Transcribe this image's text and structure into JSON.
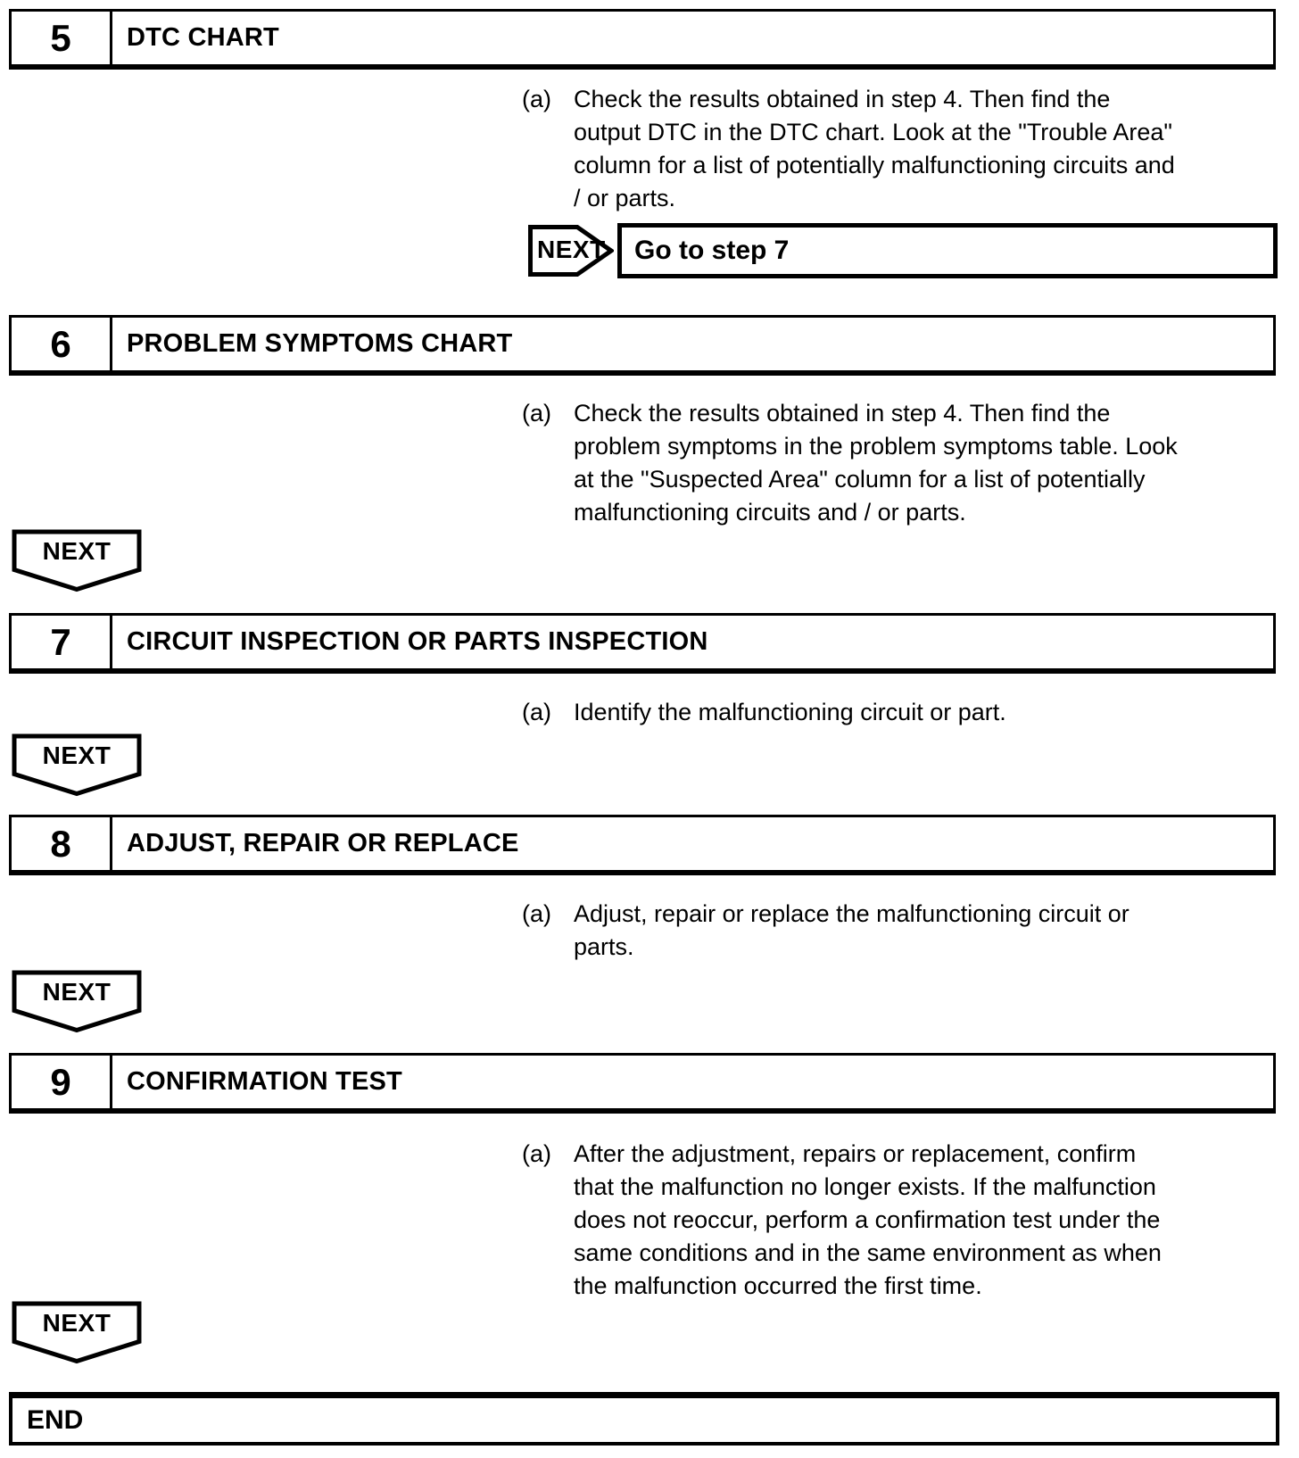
{
  "document": {
    "next_label": "NEXT",
    "end_label": "END",
    "ink_color": "#000000",
    "paper_color": "#ffffff"
  },
  "steps": [
    {
      "number": "5",
      "title": "DTC CHART",
      "item_label": "(a)",
      "item_lines": [
        "Check the results obtained in step 4. Then find the",
        "output DTC in the DTC chart. Look at the \"Trouble Area\"",
        "column for a list of potentially malfunctioning circuits and",
        "/ or parts."
      ],
      "result": "Go to step 7"
    },
    {
      "number": "6",
      "title": "PROBLEM SYMPTOMS CHART",
      "item_label": "(a)",
      "item_lines": [
        "Check the results obtained in step 4. Then find the",
        "problem symptoms in the problem symptoms table. Look",
        "at the \"Suspected Area\" column for a list of potentially",
        "malfunctioning circuits and / or parts."
      ]
    },
    {
      "number": "7",
      "title": "CIRCUIT INSPECTION OR PARTS INSPECTION",
      "item_label": "(a)",
      "item_lines": [
        "Identify the malfunctioning circuit or part."
      ]
    },
    {
      "number": "8",
      "title": "ADJUST, REPAIR OR REPLACE",
      "item_label": "(a)",
      "item_lines": [
        "Adjust, repair or replace the malfunctioning circuit or",
        "parts."
      ]
    },
    {
      "number": "9",
      "title": "CONFIRMATION TEST",
      "item_label": "(a)",
      "item_lines": [
        "After the adjustment, repairs or replacement, confirm",
        "that the malfunction no longer exists. If the malfunction",
        "does not reoccur, perform a confirmation test under the",
        "same conditions and in the same environment as when",
        "the malfunction occurred the first time."
      ]
    }
  ]
}
